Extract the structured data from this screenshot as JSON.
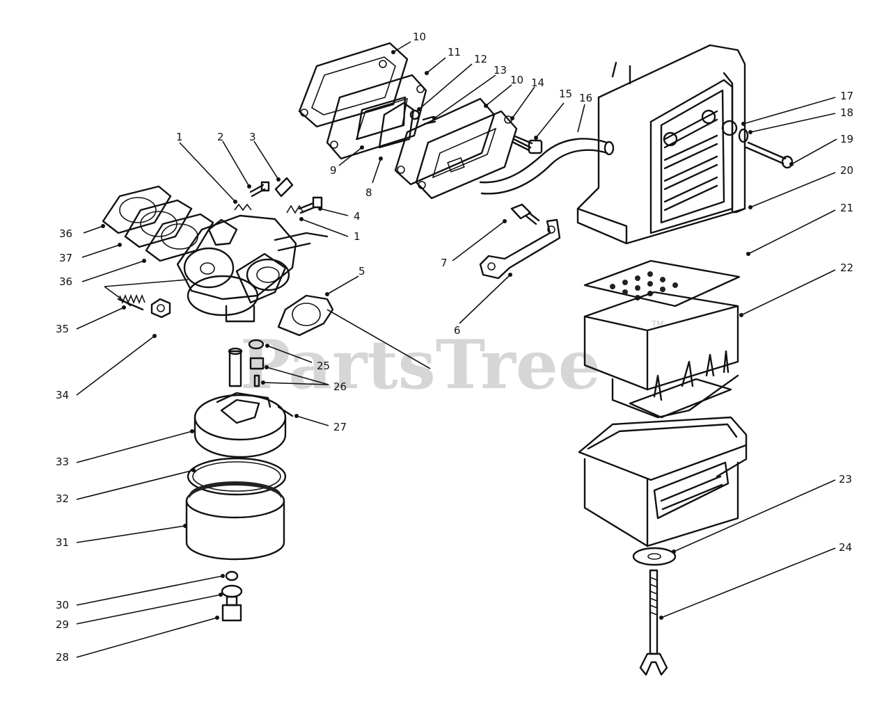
{
  "watermark": {
    "text": "PartsTree",
    "trademark": "TM"
  },
  "callouts": {
    "c1a": "1",
    "c1b": "1",
    "c2": "2",
    "c3": "3",
    "c4": "4",
    "c5": "5",
    "c6": "6",
    "c7": "7",
    "c8": "8",
    "c9": "9",
    "c10a": "10",
    "c10b": "10",
    "c11": "11",
    "c12": "12",
    "c13": "13",
    "c14": "14",
    "c15": "15",
    "c16": "16",
    "c17": "17",
    "c18": "18",
    "c19": "19",
    "c20": "20",
    "c21": "21",
    "c22": "22",
    "c23": "23",
    "c24": "24",
    "c25": "25",
    "c26": "26",
    "c27": "27",
    "c28": "28",
    "c29": "29",
    "c30": "30",
    "c31": "31",
    "c32": "32",
    "c33": "33",
    "c34": "34",
    "c35": "35",
    "c36a": "36",
    "c36b": "36",
    "c37": "37"
  }
}
